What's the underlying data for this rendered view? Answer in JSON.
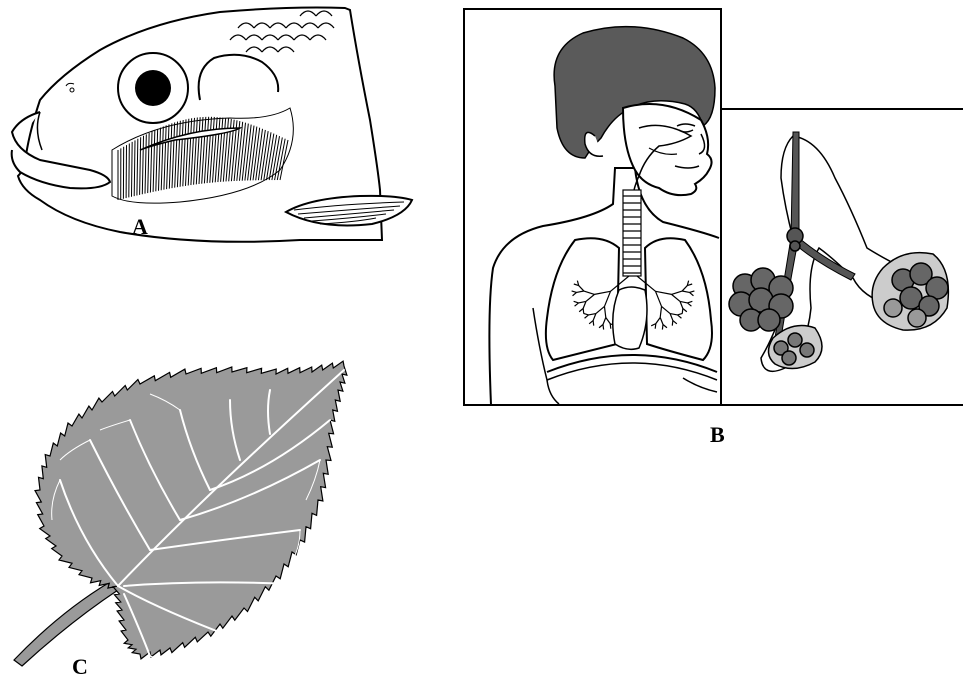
{
  "panels": {
    "a": {
      "label": "A",
      "subject": "fish-head-gills"
    },
    "b": {
      "label": "B",
      "subject": "human-lungs-alveoli"
    },
    "c": {
      "label": "C",
      "subject": "leaf"
    }
  },
  "colors": {
    "ink": "#000000",
    "hair": "#5a5a5a",
    "leaf": "#9a9a9a",
    "alveoli_dark": "#555555",
    "alveoli_light": "#cfcfcf"
  }
}
